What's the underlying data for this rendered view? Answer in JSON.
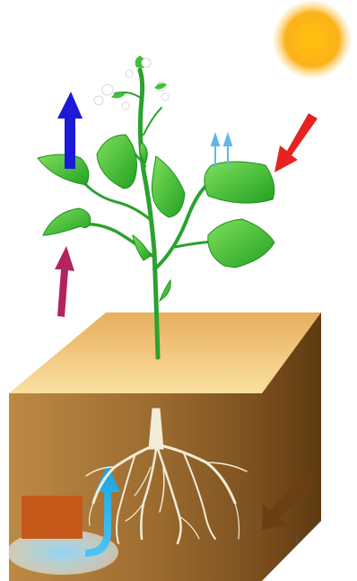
{
  "diagram": {
    "kind": "plant-photosynthesis-illustration",
    "labels": [],
    "elements": {
      "sun": {
        "icon": "sun-icon",
        "color": "#fbb11a"
      },
      "sunlight_arrow": {
        "icon": "red-arrow-icon",
        "color": "#e52420",
        "direction": "into-leaf"
      },
      "oxygen_arrow": {
        "icon": "blue-arrow-icon",
        "color": "#1c1ad6",
        "direction": "up-out-of-leaf"
      },
      "carbon_dioxide_arrow": {
        "icon": "magenta-arrow-icon",
        "color": "#b2245e",
        "direction": "up-into-leaf"
      },
      "vapor_arrows": {
        "icon": "light-blue-arrows-icon",
        "color": "#5fb7ea",
        "count": 2,
        "direction": "up-out-of-leaf"
      },
      "soil_arrow": {
        "icon": "brown-arrow-icon",
        "color": "#6b3e14",
        "direction": "into-soil"
      },
      "water_arrow": {
        "icon": "cyan-arrow-icon",
        "color": "#1eaee8",
        "direction": "up-from-water"
      },
      "plant": {
        "leaf_color": "#3fbf3a",
        "stem_color": "#2aa22e",
        "flower_color": "#ffffff"
      },
      "soil_block": {
        "top_color": "#f7cd7a",
        "front_color": "#a77431",
        "side_color": "#7b4d1c"
      },
      "roots": {
        "color": "#f3ecd8"
      },
      "water_pool": {
        "color": "#b9e3f5"
      },
      "fertilizer_box": {
        "color": "#c55a1a"
      }
    }
  }
}
